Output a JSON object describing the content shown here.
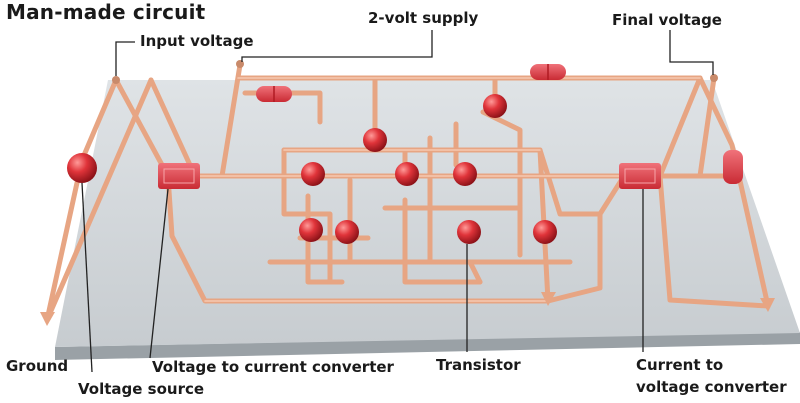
{
  "title": "Man-made circuit",
  "labels": {
    "input_voltage": "Input voltage",
    "supply": "2-volt supply",
    "final_voltage": "Final voltage",
    "ground": "Ground",
    "voltage_to_current": "Voltage to current converter",
    "transistor": "Transistor",
    "current_to_voltage_line1": "Current to",
    "current_to_voltage_line2": "voltage converter",
    "voltage_source": "Voltage source"
  },
  "colors": {
    "board": "#d2d7db",
    "board_edge": "#9aa1a6",
    "wire": "#e7a583",
    "transistor": "#e0343a",
    "converter": "#e44a52",
    "leader": "#222222"
  }
}
